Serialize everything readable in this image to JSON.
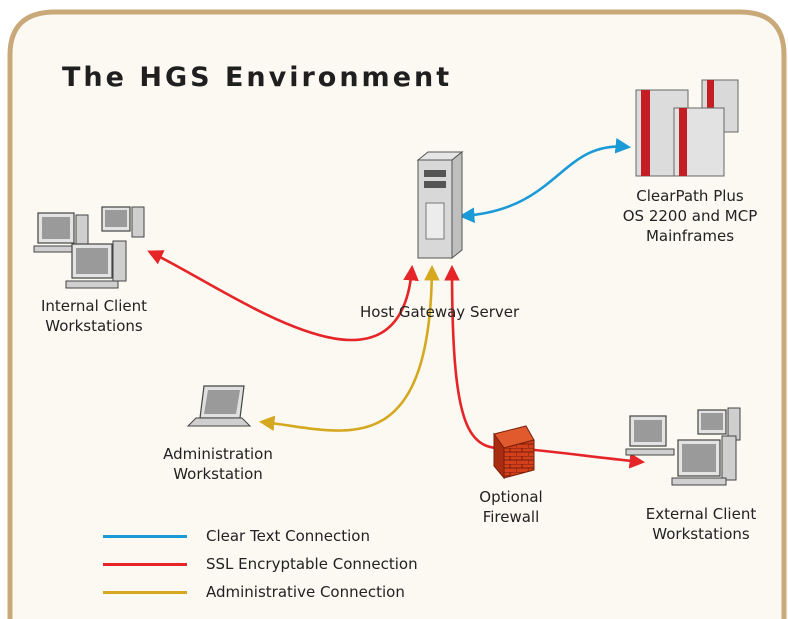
{
  "diagram": {
    "title": "The HGS Environment",
    "nodes": {
      "server": {
        "label": "Host Gateway Server",
        "icon": "server-tower-icon"
      },
      "mainframes": {
        "label_lines": [
          "ClearPath Plus",
          "OS 2200 and MCP",
          "Mainframes"
        ],
        "icon": "mainframe-icon"
      },
      "internal_clients": {
        "label_lines": [
          "Internal Client",
          "Workstations"
        ],
        "icon": "desktop-workstations-icon"
      },
      "admin": {
        "label_lines": [
          "Administration",
          "Workstation"
        ],
        "icon": "laptop-icon"
      },
      "firewall": {
        "label_lines": [
          "Optional",
          "Firewall"
        ],
        "icon": "firewall-brick-icon"
      },
      "external_clients": {
        "label_lines": [
          "External Client",
          "Workstations"
        ],
        "icon": "desktop-workstations-icon"
      }
    },
    "connections": [
      {
        "from": "Host Gateway Server",
        "to": "ClearPath Plus OS 2200 and MCP Mainframes",
        "type": "Clear Text Connection",
        "color": "#1a9ad6"
      },
      {
        "from": "Host Gateway Server",
        "to": "Internal Client Workstations",
        "type": "SSL Encryptable Connection",
        "color": "#e52528"
      },
      {
        "from": "Host Gateway Server",
        "to": "Administration Workstation",
        "type": "Administrative Connection",
        "color": "#d6a820"
      },
      {
        "from": "Host Gateway Server",
        "to": "External Client Workstations",
        "via": "Optional Firewall",
        "type": "SSL Encryptable Connection",
        "color": "#e52528"
      }
    ],
    "legend": [
      {
        "label": "Clear Text Connection",
        "color": "#1a9ad6"
      },
      {
        "label": "SSL Encryptable Connection",
        "color": "#e52528"
      },
      {
        "label": "Administrative Connection",
        "color": "#d6a820"
      }
    ],
    "colors": {
      "border": "#c9a97a",
      "background": "#fbf9f2",
      "accent_red": "#c41e24"
    }
  }
}
